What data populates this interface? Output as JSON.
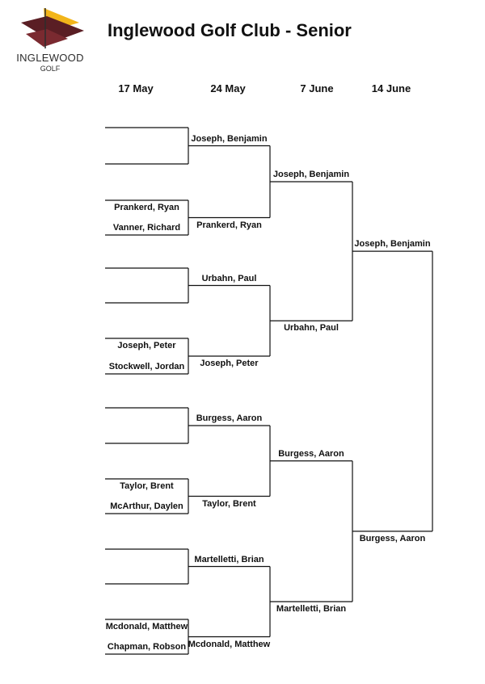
{
  "header": {
    "title": "Inglewood Golf Club - Senior",
    "logo": {
      "name": "INGLEWOOD",
      "sub": "GOLF",
      "colors": {
        "flag": "#f2b51a",
        "dark": "#5a1e24"
      }
    }
  },
  "rounds": [
    "17 May",
    "24 May",
    "7 June",
    "14 June"
  ],
  "bracket": {
    "round1": [
      "",
      "",
      "Prankerd, Ryan",
      "Vanner, Richard",
      "",
      "",
      "Joseph, Peter",
      "Stockwell, Jordan",
      "",
      "",
      "Taylor, Brent",
      "McArthur, Daylen",
      "",
      "",
      "Mcdonald, Matthew",
      "Chapman, Robson"
    ],
    "round2": [
      "Joseph, Benjamin",
      "Prankerd, Ryan",
      "Urbahn, Paul",
      "Joseph, Peter",
      "Burgess, Aaron",
      "Taylor, Brent",
      "Martelletti, Brian",
      "Mcdonald, Matthew"
    ],
    "round3": [
      "Joseph, Benjamin",
      "Urbahn, Paul",
      "Burgess, Aaron",
      "Martelletti, Brian"
    ],
    "round4": [
      "Joseph, Benjamin",
      "Burgess, Aaron"
    ],
    "final": [
      ""
    ]
  }
}
